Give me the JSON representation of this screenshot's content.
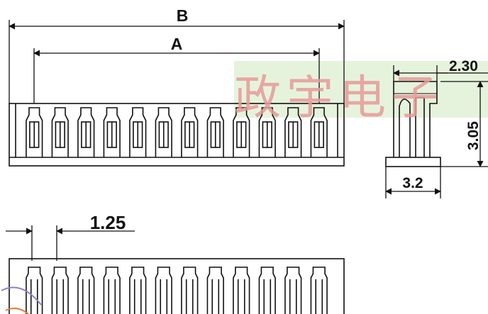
{
  "dimensions": {
    "overall_length": "B",
    "pin_span": "A",
    "pitch": "1.25",
    "depth": "2.30",
    "height": "3.05",
    "width": "3.2"
  },
  "watermark": {
    "text": "政宇电子"
  },
  "pin_count": 12,
  "colors": {
    "line": "#111111",
    "watermark_text": "#e79a9a",
    "watermark_band": "#e6f3dc",
    "stamp": "#8a7fd0"
  }
}
